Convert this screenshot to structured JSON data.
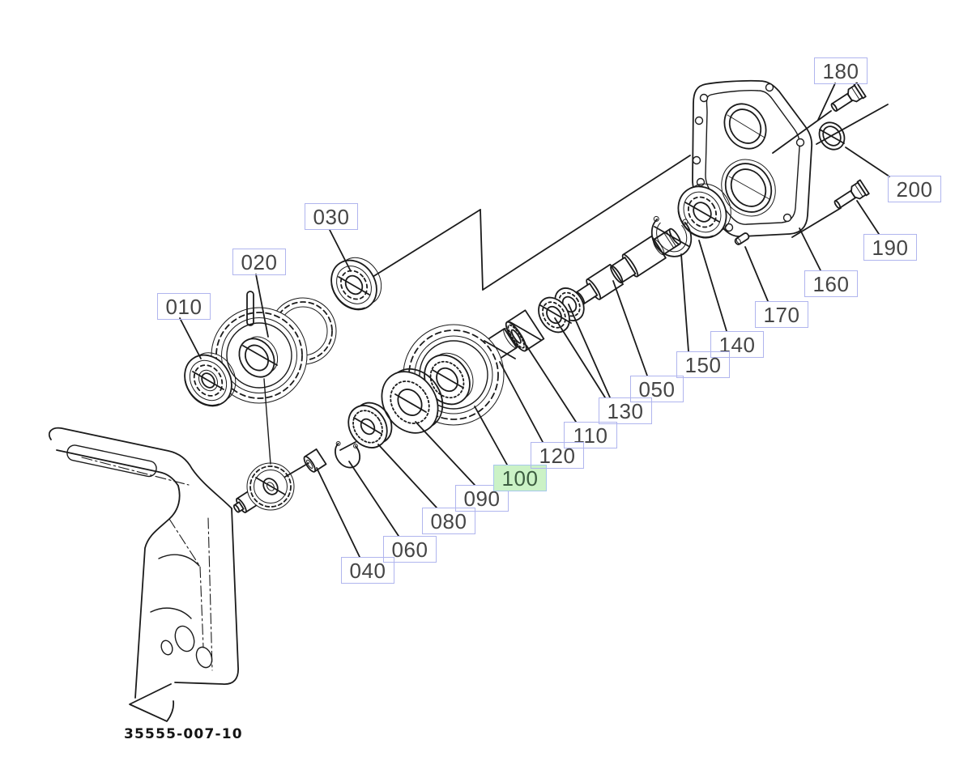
{
  "diagram": {
    "type": "exploded-parts-diagram",
    "drawing_number": "35555-007-10",
    "highlighted_part": "100",
    "labels": [
      {
        "part": "010"
      },
      {
        "part": "020"
      },
      {
        "part": "030"
      },
      {
        "part": "040"
      },
      {
        "part": "050"
      },
      {
        "part": "060"
      },
      {
        "part": "080"
      },
      {
        "part": "090"
      },
      {
        "part": "100"
      },
      {
        "part": "110"
      },
      {
        "part": "120"
      },
      {
        "part": "130"
      },
      {
        "part": "140"
      },
      {
        "part": "150"
      },
      {
        "part": "160"
      },
      {
        "part": "170"
      },
      {
        "part": "180"
      },
      {
        "part": "190"
      },
      {
        "part": "200"
      }
    ]
  },
  "colors": {
    "line": "#1b1b1b",
    "label_border": "#b0b5ee",
    "label_text": "#454545",
    "highlight_fill": "#cbf2c6",
    "highlight_text": "#3c5c40",
    "key_fill": "#87878f",
    "background": "#ffffff"
  }
}
